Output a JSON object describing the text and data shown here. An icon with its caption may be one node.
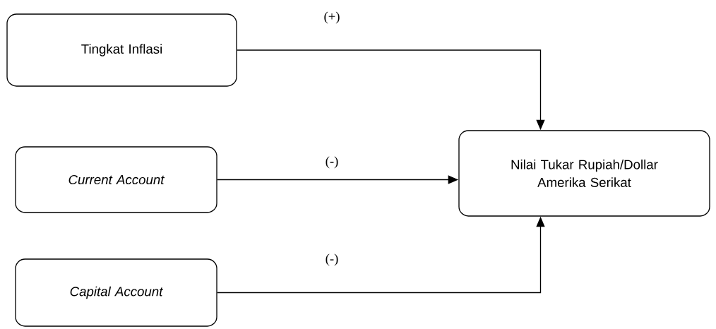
{
  "diagram": {
    "nodes": [
      {
        "text": [
          "Tingkat Inflasi"
        ]
      },
      {
        "text": [
          "Current Account"
        ]
      },
      {
        "text": [
          "Capital Account"
        ]
      },
      {
        "text": [
          "Nilai Tukar Rupiah/Dollar Amerika Serikat"
        ]
      }
    ],
    "edges": [
      {
        "from": 0,
        "to": 3,
        "arrow": "to",
        "label": "(+)"
      },
      {
        "from": 1,
        "to": 3,
        "arrow": "to",
        "label": "(-)"
      },
      {
        "from": 2,
        "to": 3,
        "arrow": "to",
        "label": "(-)"
      }
    ]
  }
}
